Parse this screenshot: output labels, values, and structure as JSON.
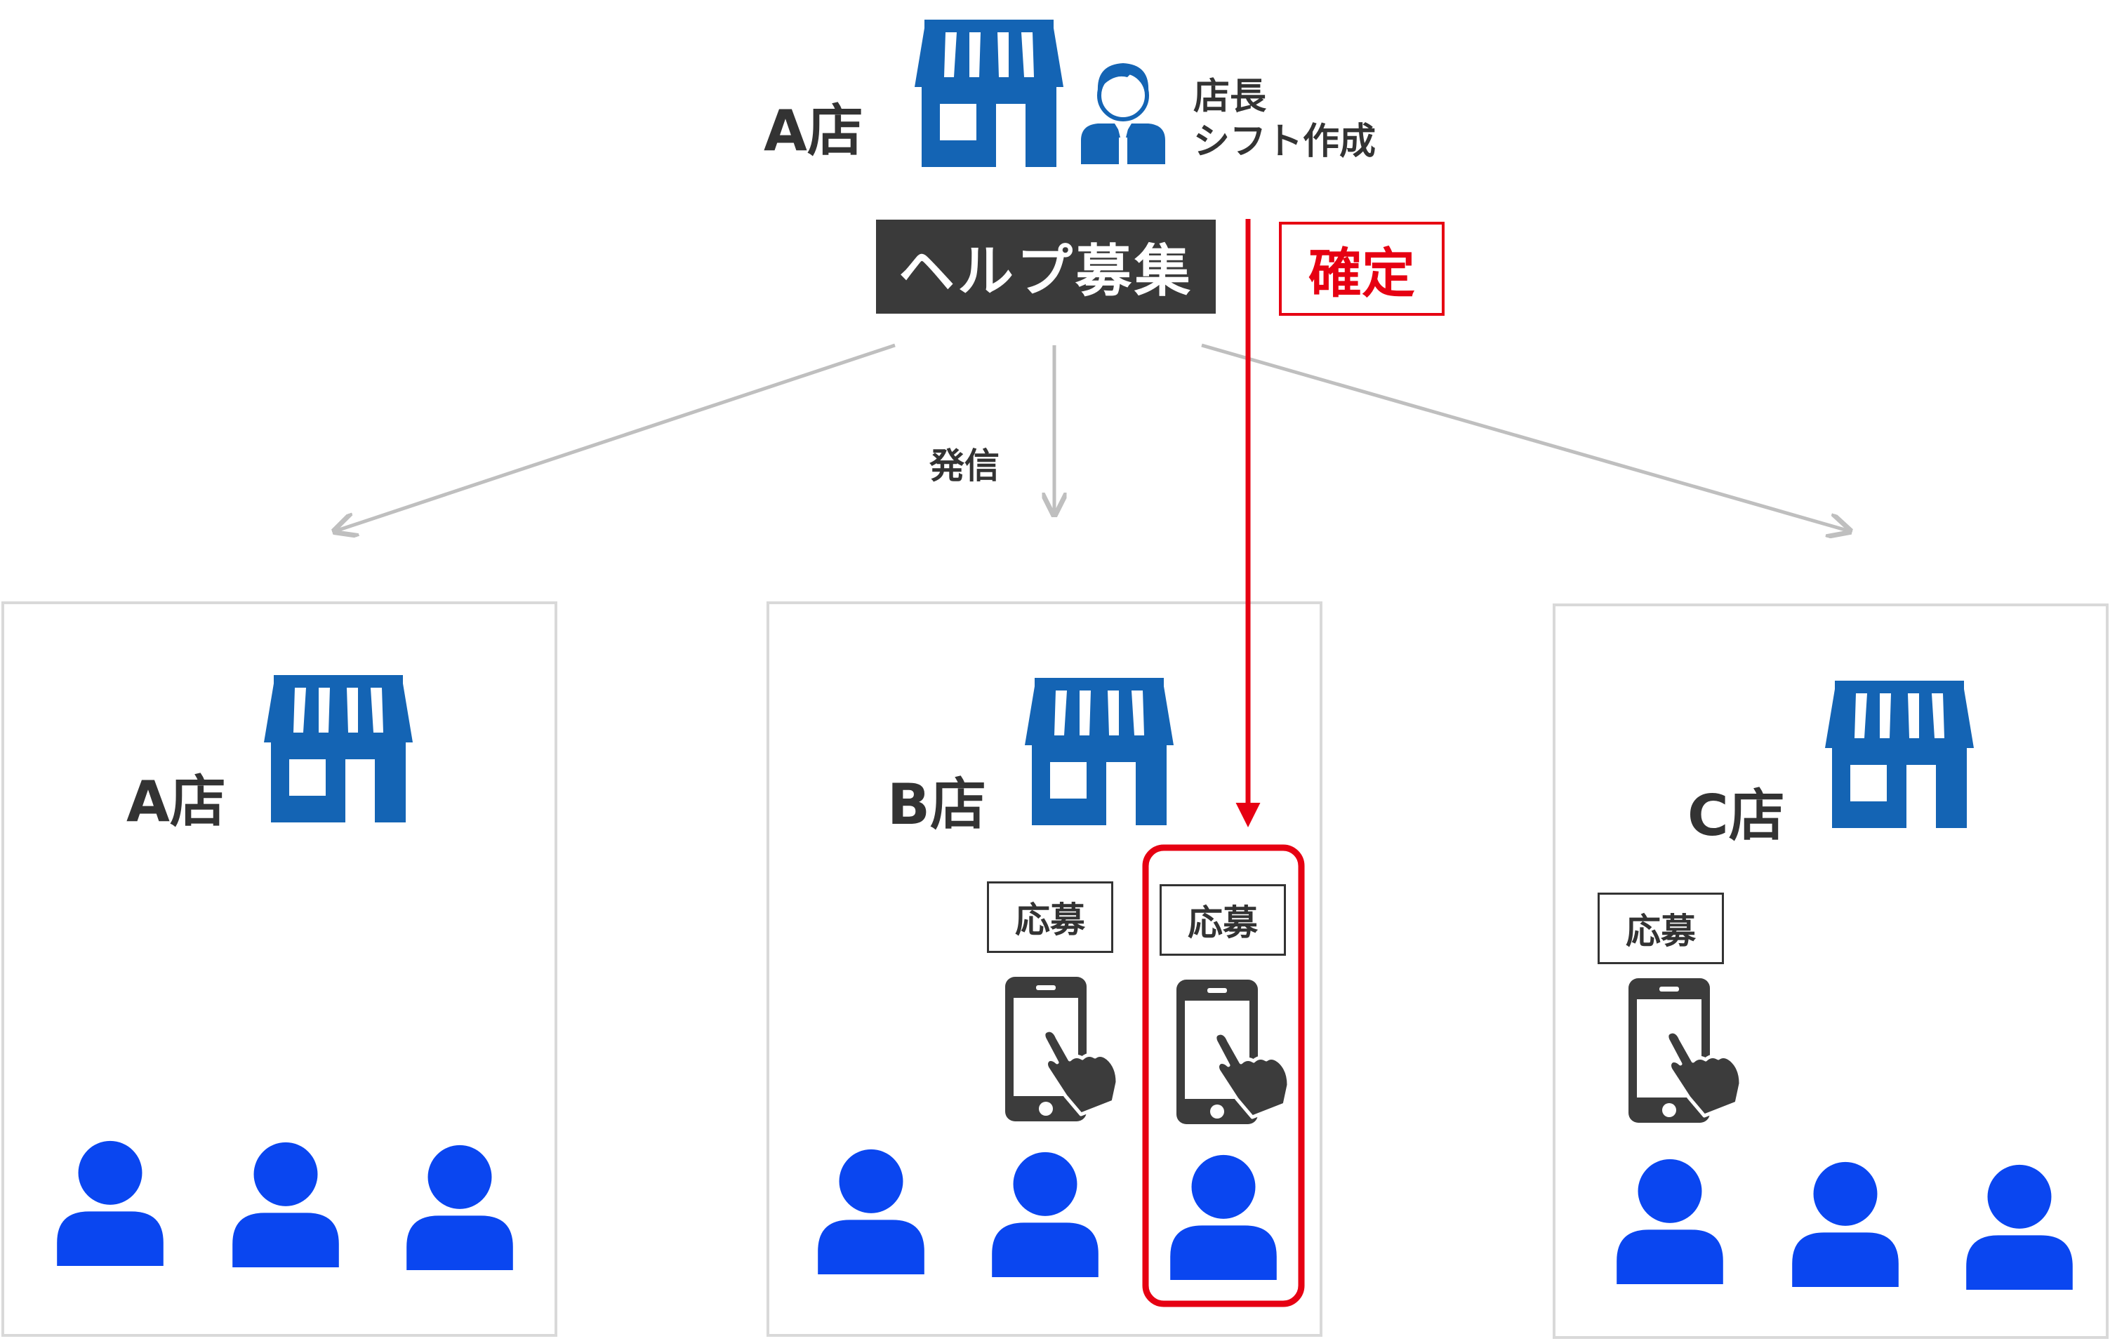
{
  "top": {
    "store_label": "A店",
    "manager_line1": "店長",
    "manager_line2": "シフト作成",
    "help_label": "ヘルプ募集",
    "confirm_label": "確定",
    "send_label": "発信"
  },
  "stores": [
    {
      "label": "A店",
      "applies": []
    },
    {
      "label": "B店",
      "applies": [
        "応募",
        "応募"
      ]
    },
    {
      "label": "C店",
      "applies": [
        "応募"
      ]
    }
  ],
  "colors": {
    "store_blue": "#1464b4",
    "person_blue": "#0a46f0",
    "phone_gray": "#3c3c3c",
    "accent_red": "#e60012",
    "arrow_gray": "#bfbfbf",
    "panel_border": "#d9d9d9"
  },
  "icons": [
    "store-icon",
    "manager-icon",
    "smartphone-tap-icon",
    "person-icon"
  ]
}
